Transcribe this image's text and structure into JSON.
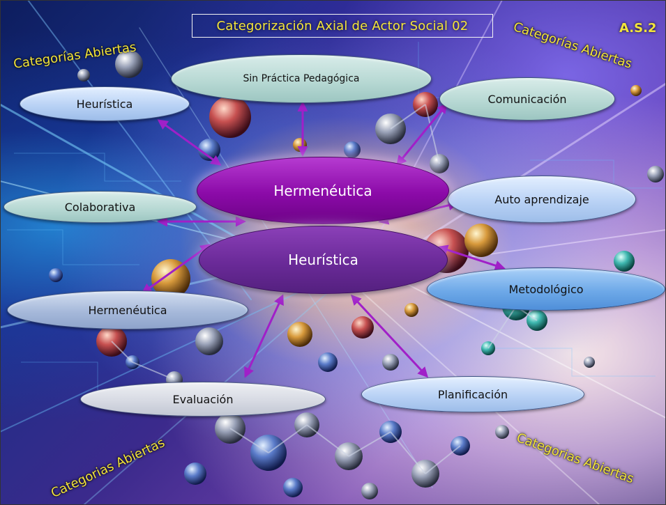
{
  "title": "Categorización Axial de Actor Social 02",
  "tag": "A.S.2",
  "open_categories_label": "Categorías Abiertas",
  "open_categories_label_bottom_left": "Categorias Abiertas",
  "open_categories_label_bottom_right": "Categorias Abiertas",
  "central_nodes": {
    "top": "Hermenéutica",
    "bottom": "Heurística"
  },
  "nodes": {
    "heuristica": "Heurística",
    "sin_practica": "Sin Práctica Pedagógica",
    "comunicacion": "Comunicación",
    "colaborativa": "Colaborativa",
    "auto_aprendizaje": "Auto aprendizaje",
    "hermeneutica": "Hermenéutica",
    "metodologico": "Metodológico",
    "evaluacion": "Evaluación",
    "planificacion": "Planificación"
  },
  "colors": {
    "arrow": "#a020c8",
    "label": "#f3e43b",
    "core_top": "#8b0aa8",
    "core_bottom": "#6a2a98"
  }
}
